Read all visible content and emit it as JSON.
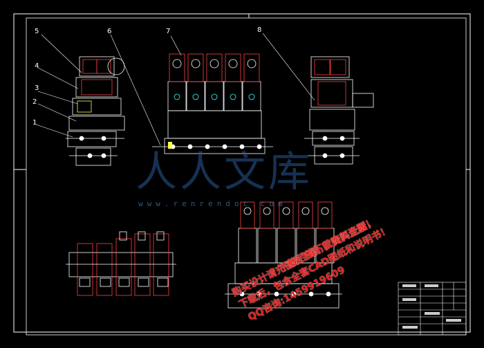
{
  "part_numbers": [
    "1",
    "2",
    "3",
    "4",
    "5",
    "6",
    "7",
    "8"
  ],
  "watermark": {
    "site_text": "www.renrendoc.com",
    "promo_line_1": "购买设计请充值后下载，，资料全套，",
    "promo_line_2": "下载后，包含全套CAD图纸和说明书！",
    "promo_line_3": "QQ咨询:1459919609",
    "promo_line_4": "下载后值下载购买正版！"
  },
  "colors": {
    "background": "#000000",
    "line": "#ffffff",
    "cyan": "#00ffff",
    "yellow": "#ffff00",
    "red": "#ff2020",
    "watermark_red": "#e0201e"
  }
}
